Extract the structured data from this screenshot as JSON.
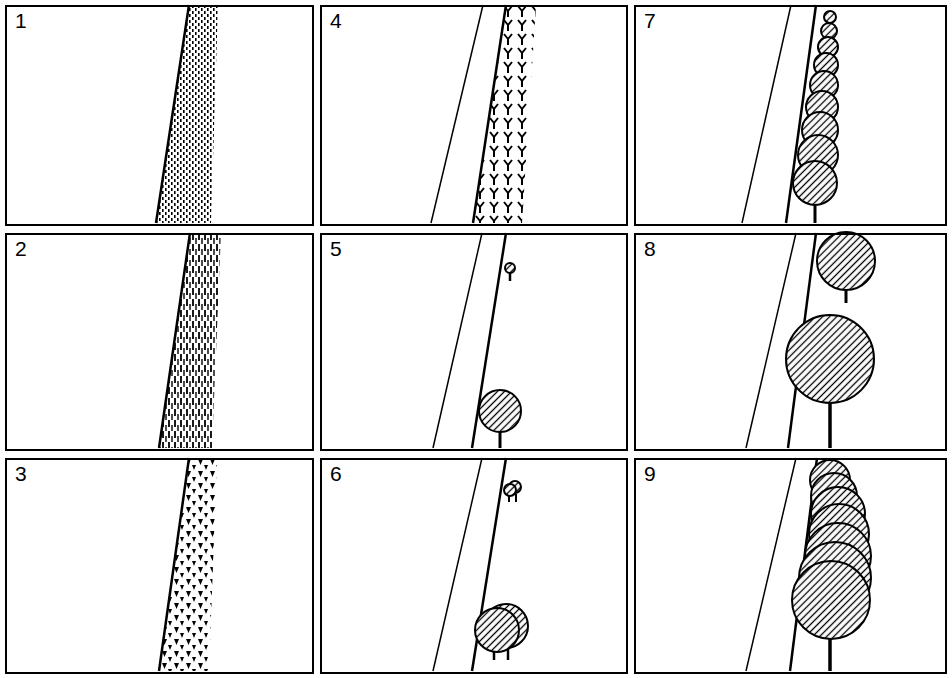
{
  "diagram": {
    "nodes": [
      {
        "text": [
          "1"
        ]
      },
      {
        "text": [
          "4"
        ]
      },
      {
        "text": [
          "7"
        ]
      },
      {
        "text": [
          "2"
        ]
      },
      {
        "text": [
          "5"
        ]
      },
      {
        "text": [
          "8"
        ]
      },
      {
        "text": [
          "3"
        ]
      },
      {
        "text": [
          "6"
        ]
      },
      {
        "text": [
          "9"
        ]
      }
    ]
  }
}
